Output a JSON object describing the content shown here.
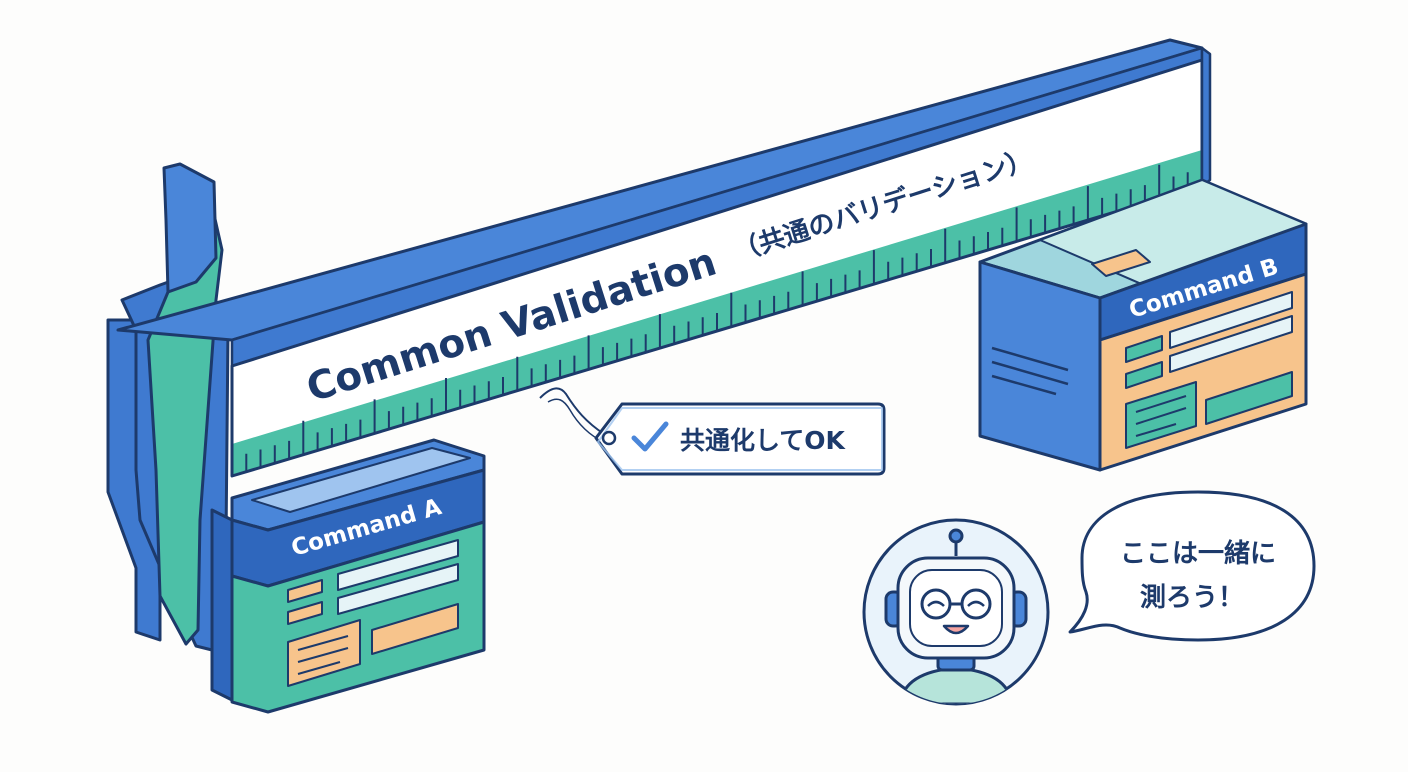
{
  "ruler": {
    "title": "Common Validation",
    "subtitle": "（共通のバリデーション）"
  },
  "tag": {
    "label": "共通化してOK"
  },
  "command_a": {
    "label": "Command A"
  },
  "command_b": {
    "label": "Command B"
  },
  "speech": {
    "line1": "ここは一緒に",
    "line2": "測ろう！"
  },
  "colors": {
    "navy": "#1d3a6b",
    "blue": "#4a86d9",
    "teal": "#4cc0a7",
    "orange": "#f7c48c",
    "white": "#ffffff"
  },
  "icons": [
    "check-icon",
    "robot-icon",
    "caliper-icon"
  ]
}
